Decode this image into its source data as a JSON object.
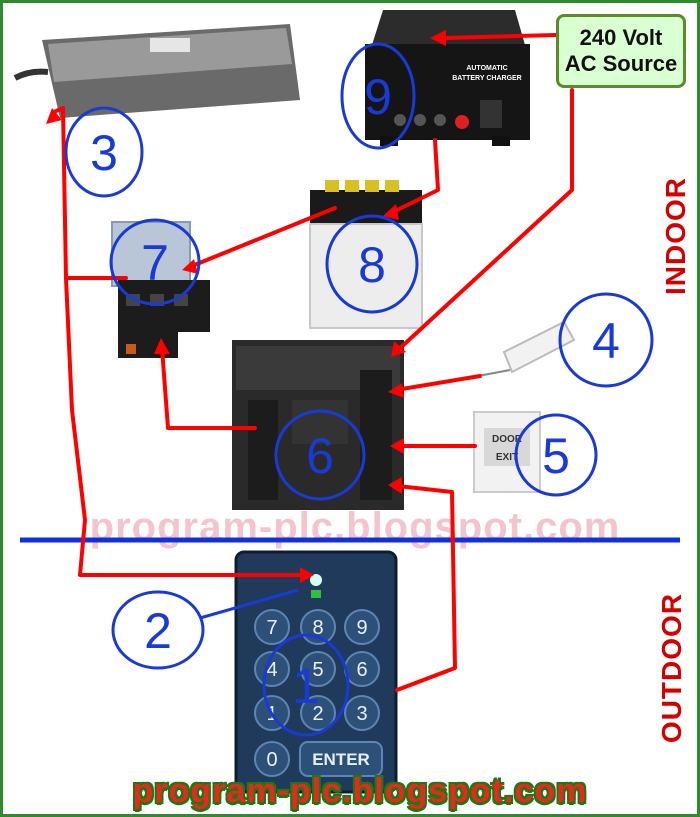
{
  "source": {
    "line1": "240 Volt",
    "line2": "AC Source"
  },
  "zones": {
    "indoor": "INDOOR",
    "outdoor": "OUTDOOR"
  },
  "watermark": "program-plc.blogspot.com",
  "footer": "program-plc.blogspot.com",
  "charger": {
    "label1": "AUTOMATIC",
    "label2": "BATTERY CHARGER"
  },
  "keypad": {
    "keys": [
      "7",
      "8",
      "9",
      "4",
      "5",
      "6",
      "1",
      "2",
      "3",
      "0"
    ],
    "enter": "ENTER"
  },
  "exit_button": {
    "line1": "DOOR",
    "line2": "EXIT"
  },
  "callouts": [
    {
      "id": "1"
    },
    {
      "id": "2"
    },
    {
      "id": "3"
    },
    {
      "id": "4"
    },
    {
      "id": "5"
    },
    {
      "id": "6"
    },
    {
      "id": "7"
    },
    {
      "id": "8"
    },
    {
      "id": "9"
    }
  ],
  "colors": {
    "wire": "#ff0000",
    "callout": "#1a3ad6",
    "divider": "#1030e0",
    "frame": "#2e8b2e"
  }
}
